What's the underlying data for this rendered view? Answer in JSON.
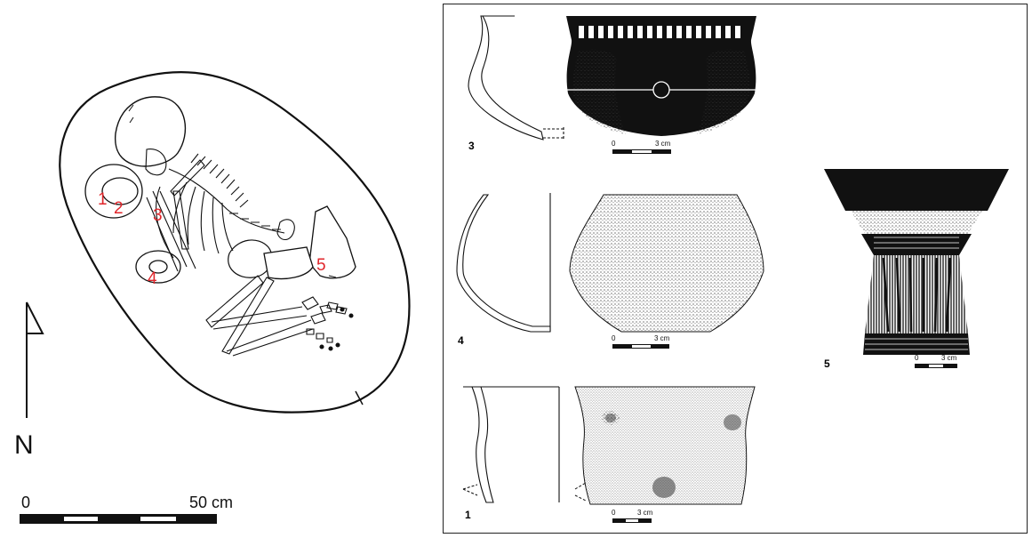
{
  "grave": {
    "north_label": "N",
    "scale": {
      "start": "0",
      "end": "50 cm"
    },
    "finds": [
      {
        "id": "find-1",
        "label": "1"
      },
      {
        "id": "find-2",
        "label": "2"
      },
      {
        "id": "find-3",
        "label": "3"
      },
      {
        "id": "find-4",
        "label": "4"
      },
      {
        "id": "find-5",
        "label": "5"
      }
    ]
  },
  "vessels": {
    "v3": {
      "number": "3",
      "scale_start": "0",
      "scale_end": "3 cm"
    },
    "v4": {
      "number": "4",
      "scale_start": "0",
      "scale_end": "3 cm"
    },
    "v1": {
      "number": "1",
      "scale_start": "0",
      "scale_end": "3 cm"
    },
    "v5": {
      "number": "5",
      "scale_start": "0",
      "scale_end": "3 cm"
    }
  }
}
